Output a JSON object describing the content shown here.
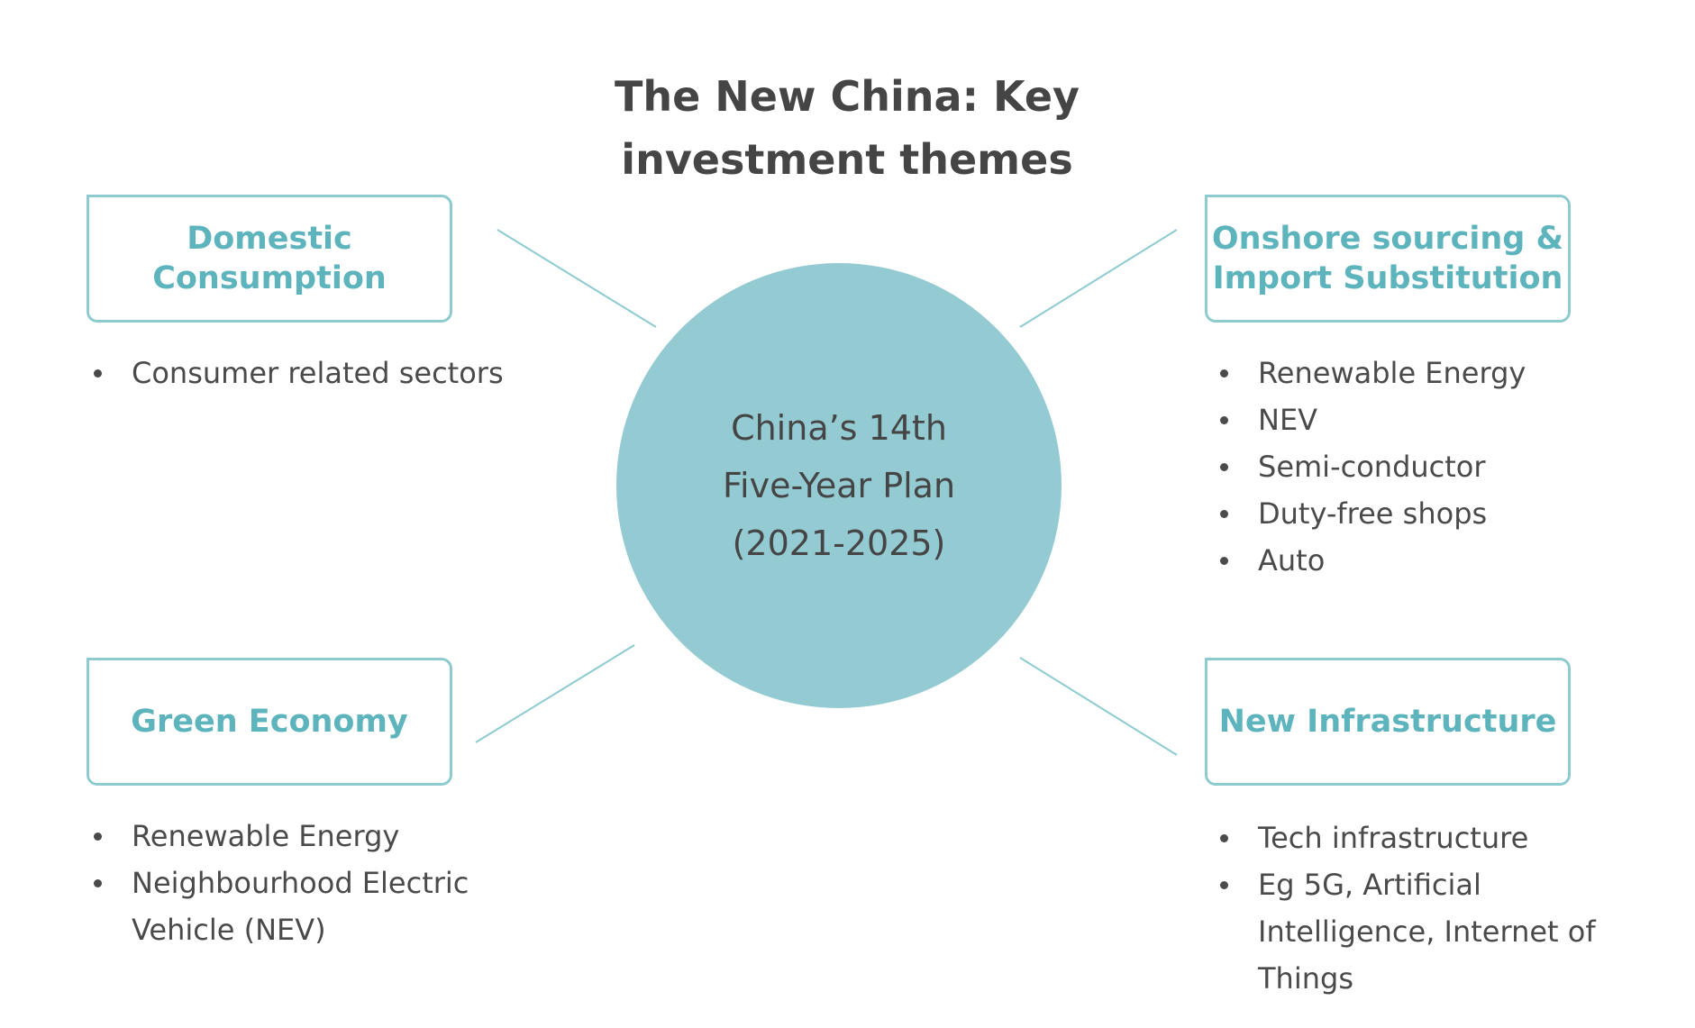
{
  "title": "The New China: Key\ninvestment themes",
  "center": {
    "text": "China’s 14th\nFive-Year Plan\n(2021-2025)"
  },
  "themes": [
    {
      "title": "Domestic\nConsumption",
      "bullets": [
        "Consumer related sectors"
      ]
    },
    {
      "title": "Onshore sourcing &\nImport Substitution",
      "bullets": [
        "Renewable Energy",
        "NEV",
        "Semi-conductor",
        "Duty-free shops",
        "Auto"
      ]
    },
    {
      "title": "Green Economy",
      "bullets": [
        "Renewable Energy",
        "Neighbourhood Electric Vehicle (NEV)"
      ]
    },
    {
      "title": "New Infrastructure",
      "bullets": [
        "Tech infrastructure",
        "Eg 5G, Artificial Intelligence, Internet of Things"
      ]
    }
  ],
  "colors": {
    "circle_fill": "#94cbd3",
    "box_border": "#8ecbd1",
    "theme_text": "#5db4bc",
    "body_text": "#4a4a4a"
  }
}
